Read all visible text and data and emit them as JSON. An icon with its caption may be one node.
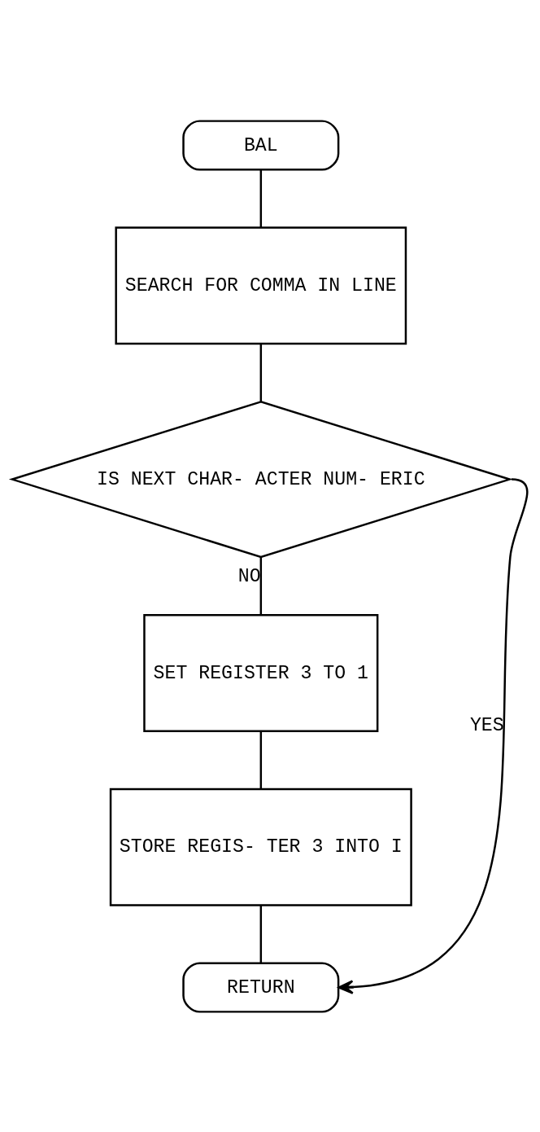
{
  "diagram": {
    "nodes": [
      {
        "text": [
          "BAL"
        ]
      },
      {
        "text": [
          "SEARCH FOR COMMA IN LINE"
        ]
      },
      {
        "text": [
          "IS NEXT CHAR- ACTER NUM- ERIC"
        ]
      },
      {
        "text": [
          "SET REGISTER 3 TO 1"
        ]
      },
      {
        "text": [
          "STORE REGIS- TER 3 INTO I"
        ]
      },
      {
        "text": [
          "RETURN"
        ]
      }
    ],
    "edges": [
      {
        "from": 0,
        "to": 1,
        "arrow": "none"
      },
      {
        "from": 1,
        "to": 2,
        "arrow": "none"
      },
      {
        "from": 2,
        "to": 3,
        "arrow": "none",
        "label": "NO"
      },
      {
        "from": 3,
        "to": 4,
        "arrow": "none"
      },
      {
        "from": 4,
        "to": 5,
        "arrow": "none"
      },
      {
        "from": 2,
        "to": 5,
        "arrow": "to",
        "label": "YES"
      }
    ]
  }
}
